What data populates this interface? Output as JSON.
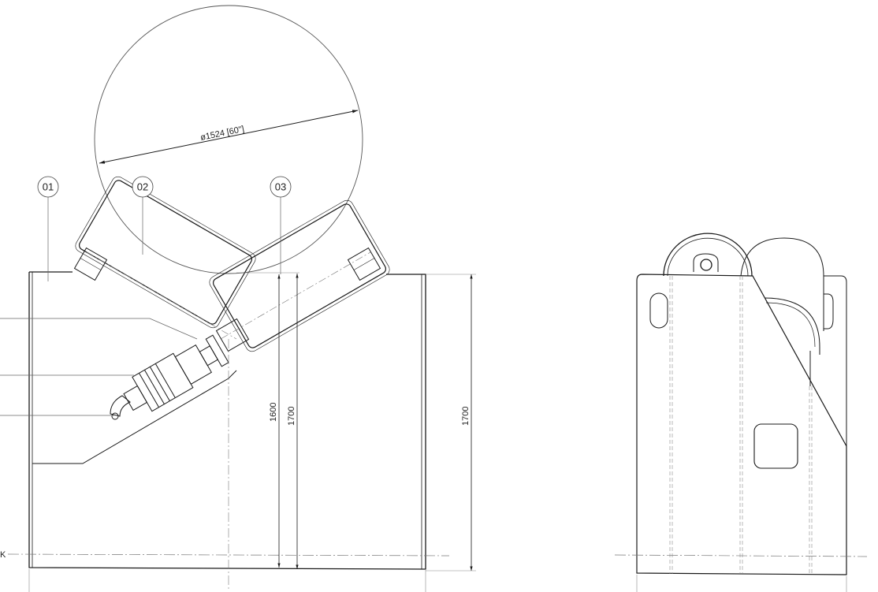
{
  "drawing": {
    "type": "engineering-drawing",
    "line_color": "#1a1a1a",
    "thin_color": "#666666",
    "background": "#ffffff"
  },
  "front_view": {
    "reel_diameter_label": "ø1524 [60\"]",
    "balloons": [
      {
        "id": "01",
        "label": "01"
      },
      {
        "id": "02",
        "label": "02"
      },
      {
        "id": "03",
        "label": "03"
      }
    ],
    "dimensions": {
      "inner_height": "1600",
      "roller_height": "1700",
      "frame_height": "1700"
    },
    "section_marker": "K"
  },
  "side_view": {
    "label": ""
  }
}
